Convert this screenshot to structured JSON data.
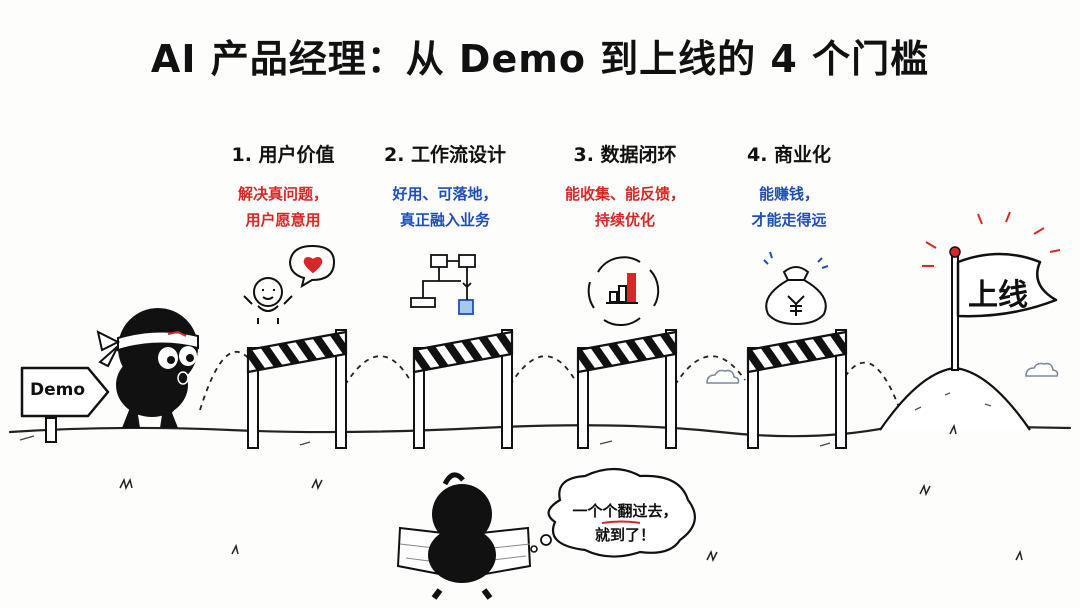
{
  "title": "AI 产品经理：从 Demo 到上线的 4 个门槛",
  "start_sign": "Demo",
  "finish_flag": "上线",
  "colors": {
    "red": "#d62828",
    "blue": "#1f4fb5",
    "ink": "#111111"
  },
  "steps": [
    {
      "heading": "1. 用户价值",
      "desc_1": "解决真问题，",
      "desc_2": "用户愿意用",
      "color": "red",
      "icon": "happy-person-heart-icon"
    },
    {
      "heading": "2. 工作流设计",
      "desc_1": "好用、可落地，",
      "desc_2": "真正融入业务",
      "color": "blue",
      "icon": "flowchart-icon"
    },
    {
      "heading": "3. 数据闭环",
      "desc_1": "能收集、能反馈，",
      "desc_2": "持续优化",
      "color": "red",
      "icon": "cycle-chart-icon"
    },
    {
      "heading": "4. 商业化",
      "desc_1": "能赚钱，",
      "desc_2": "才能走得远",
      "color": "blue",
      "icon": "money-bag-icon"
    }
  ],
  "speech_bubble": {
    "line_1_a": "一个个",
    "line_1_b": "翻过去",
    "line_1_c": "，",
    "line_2": "就到了！"
  }
}
